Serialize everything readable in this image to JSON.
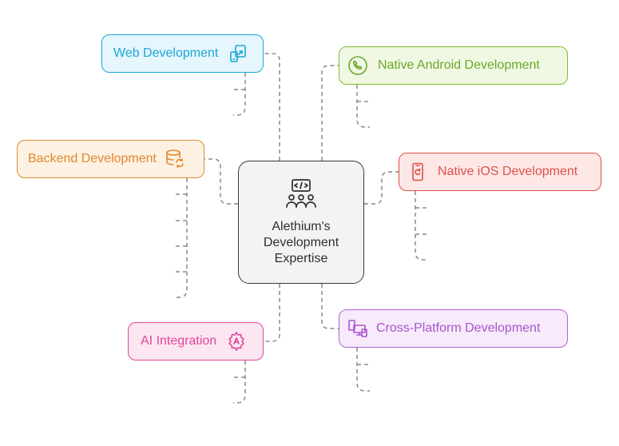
{
  "center": {
    "title_line1": "Alethium's",
    "title_line2": "Development",
    "title_line3": "Expertise",
    "icon": "team-code-icon"
  },
  "nodes": {
    "web": {
      "label": "Web Development",
      "icon": "responsive-devices-icon",
      "color": "#1aa7d6",
      "bg": "#e5f6fc"
    },
    "android": {
      "label": "Native Android Development",
      "icon": "phone-call-icon",
      "color": "#7cbf2a",
      "bg": "#f0f8e3"
    },
    "backend": {
      "label": "Backend Development",
      "icon": "database-sync-icon",
      "color": "#e08a2c",
      "bg": "#fdf1e3"
    },
    "ios": {
      "label": "Native iOS Development",
      "icon": "mobile-refresh-icon",
      "color": "#e0504a",
      "bg": "#fde8e7"
    },
    "ai": {
      "label": "AI Integration",
      "icon": "ai-gear-icon",
      "color": "#e0459a",
      "bg": "#fce6f2"
    },
    "cross": {
      "label": "Cross-Platform Development",
      "icon": "multi-device-icon",
      "color": "#b265d4",
      "bg": "#f6eafb"
    }
  },
  "connector_color": "#8a8a8a"
}
